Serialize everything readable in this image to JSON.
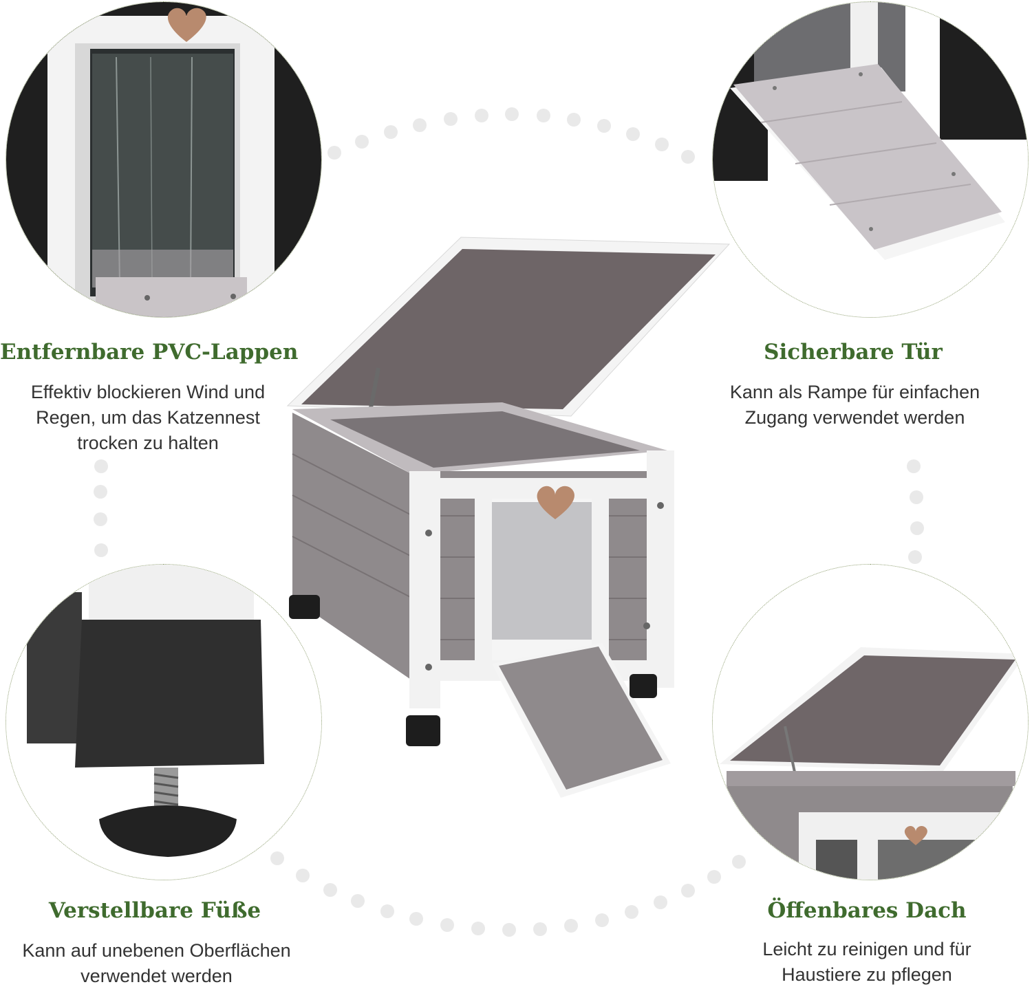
{
  "features": {
    "pvc_flaps": {
      "title": "Entfernbare PVC-Lappen",
      "desc_lines": [
        "Effektiv blockieren Wind und",
        "Regen, um das Katzennest",
        "trocken zu halten"
      ]
    },
    "door": {
      "title": "Sicherbare Tür",
      "desc_lines": [
        "Kann als Rampe für einfachen",
        "Zugang verwendet werden"
      ]
    },
    "feet": {
      "title": "Verstellbare Füße",
      "desc_lines": [
        "Kann auf unebenen Oberflächen",
        "verwendet werden"
      ]
    },
    "roof": {
      "title": "Öffenbares Dach",
      "desc_lines": [
        "Leicht zu reinigen und für",
        "Haustiere zu pflegen"
      ]
    }
  },
  "colors": {
    "heading": "#3f6b2e",
    "text": "#333333",
    "wood_grey": "#8f8a8c",
    "frame_white": "#f2f2f2",
    "heart": "#b88a6e"
  }
}
